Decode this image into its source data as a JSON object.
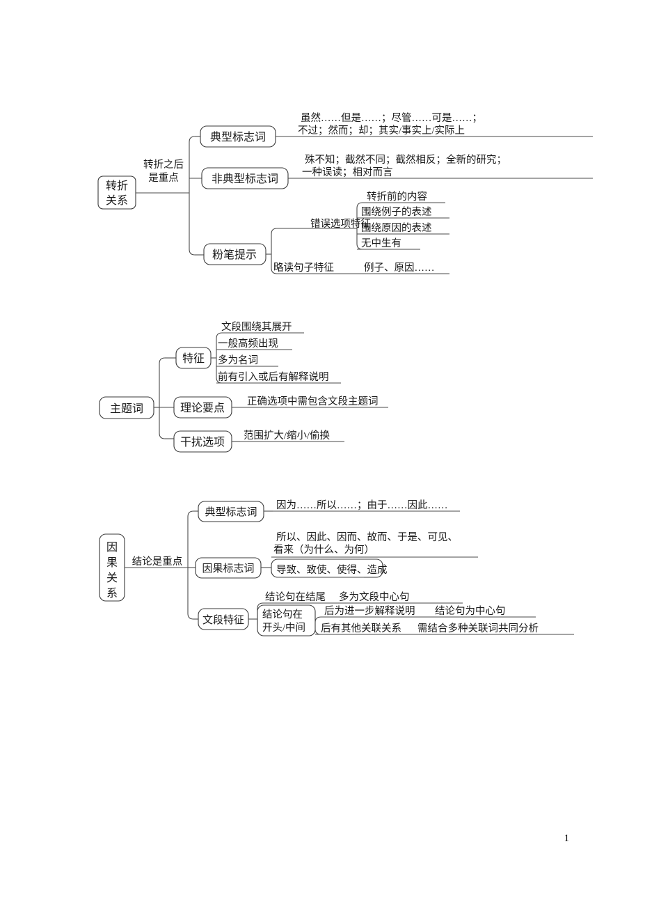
{
  "page": {
    "number": "1"
  },
  "diagrams": [
    {
      "id": "zhuanzhe",
      "root": "转折\n关系",
      "root_lines": [
        "转折",
        "关系"
      ],
      "edge_label": [
        "转折之后",
        "是重点"
      ],
      "branches": [
        {
          "label": "典型标志词",
          "leaves": [
            {
              "lines": [
                "虽然……但是……；尽管……可是……；",
                "不过；然而；却；其实/事实上/实际上"
              ]
            }
          ]
        },
        {
          "label": "非典型标志词",
          "leaves": [
            {
              "lines": [
                "殊不知；截然不同；截然相反；全新的研究；",
                "一种误读；相对而言"
              ]
            }
          ]
        },
        {
          "label": "粉笔提示",
          "sub": [
            {
              "label": "错误选项特征",
              "leaves": [
                "转折前的内容",
                "围绕例子的表述",
                "围绕原因的表述",
                "无中生有"
              ]
            },
            {
              "label": "略读句子特征",
              "leaves": [
                "例子、原因……"
              ]
            }
          ]
        }
      ]
    },
    {
      "id": "zhutici",
      "root": "主题词",
      "branches": [
        {
          "label": "特征",
          "leaves": [
            "文段围绕其展开",
            "一般高频出现",
            "多为名词",
            "前有引入或后有解释说明"
          ]
        },
        {
          "label": "理论要点",
          "leaves": [
            "正确选项中需包含文段主题词"
          ]
        },
        {
          "label": "干扰选项",
          "leaves": [
            "范围扩大/缩小/偷换"
          ]
        }
      ]
    },
    {
      "id": "yinguo",
      "root_lines": [
        "因",
        "果",
        "关",
        "系"
      ],
      "edge_label": [
        "结论是重点"
      ],
      "branches": [
        {
          "label": "典型标志词",
          "leaves": [
            "因为……所以……；由于……因此……"
          ]
        },
        {
          "label": "因果标志词",
          "leaves_multiline": [
            [
              "所以、因此、因而、故而、于是、可见、",
              "看来（为什么、为何）"
            ]
          ],
          "boxed_leaf": "导致、致使、使得、造成"
        },
        {
          "label": "文段特征",
          "sub": [
            {
              "label": "结论句在结尾",
              "leaf": "多为文段中心句"
            },
            {
              "label_lines": [
                "结论句在",
                "开头/中间"
              ],
              "children": [
                {
                  "label": "后为进一步解释说明",
                  "leaf": "结论句为中心句"
                },
                {
                  "label": "后有其他关联关系",
                  "leaf": "需结合多种关联词共同分析"
                }
              ]
            }
          ]
        }
      ]
    }
  ],
  "colors": {
    "stroke": "#4a4a4a",
    "text": "#1a1a1a",
    "background": "#ffffff"
  }
}
